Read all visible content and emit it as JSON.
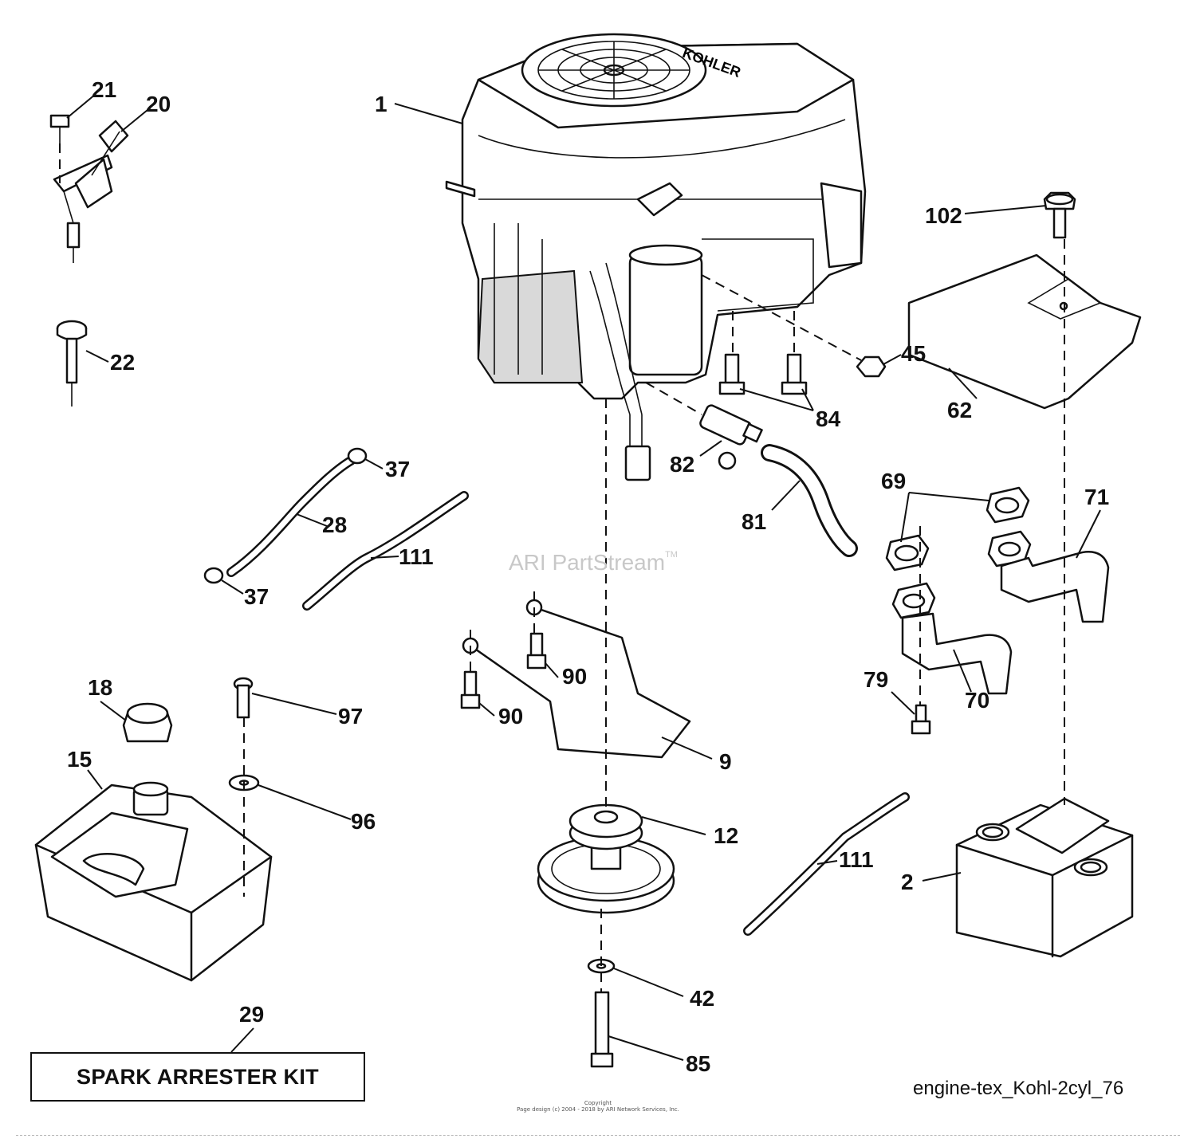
{
  "diagram": {
    "drawing_id": "engine-tex_Kohl-2cyl_76",
    "kit_label": "SPARK ARRESTER KIT",
    "watermark": "ARI PartStream",
    "watermark_tm": "TM",
    "engine_brand_text": "KOHLER",
    "copyright_line1": "Copyright",
    "copyright_line2": "Page design (c) 2004 - 2018 by ARI Network Services, Inc.",
    "callouts": {
      "c1": "1",
      "c2": "2",
      "c9": "9",
      "c12": "12",
      "c15": "15",
      "c18": "18",
      "c20": "20",
      "c21": "21",
      "c22": "22",
      "c28": "28",
      "c29": "29",
      "c37a": "37",
      "c37b": "37",
      "c42": "42",
      "c45": "45",
      "c62": "62",
      "c69": "69",
      "c70": "70",
      "c71": "71",
      "c79": "79",
      "c81": "81",
      "c82": "82",
      "c84": "84",
      "c85": "85",
      "c90a": "90",
      "c90b": "90",
      "c96": "96",
      "c97": "97",
      "c102": "102",
      "c111a": "111",
      "c111b": "111"
    }
  }
}
